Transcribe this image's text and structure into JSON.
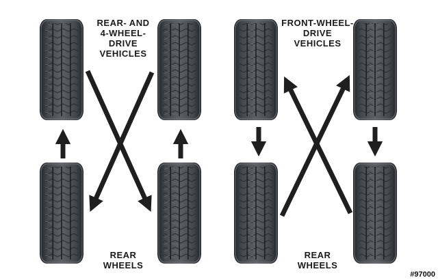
{
  "colors": {
    "tire_dark": "#2a2d31",
    "tire_mid": "#4e5257",
    "tire_light": "#7c8186",
    "arrow": "#1f1f1f"
  },
  "diagrams": [
    {
      "id": "rwd",
      "title_lines": [
        "REAR- AND",
        "4-WHEEL-",
        "DRIVE",
        "VEHICLES"
      ],
      "rear_lines": [
        "REAR",
        "WHEELS"
      ]
    },
    {
      "id": "fwd",
      "title_lines": [
        "FRONT-WHEEL-",
        "DRIVE",
        "VEHICLES"
      ],
      "rear_lines": [
        "REAR",
        "WHEELS"
      ]
    }
  ],
  "reference": "#97000"
}
